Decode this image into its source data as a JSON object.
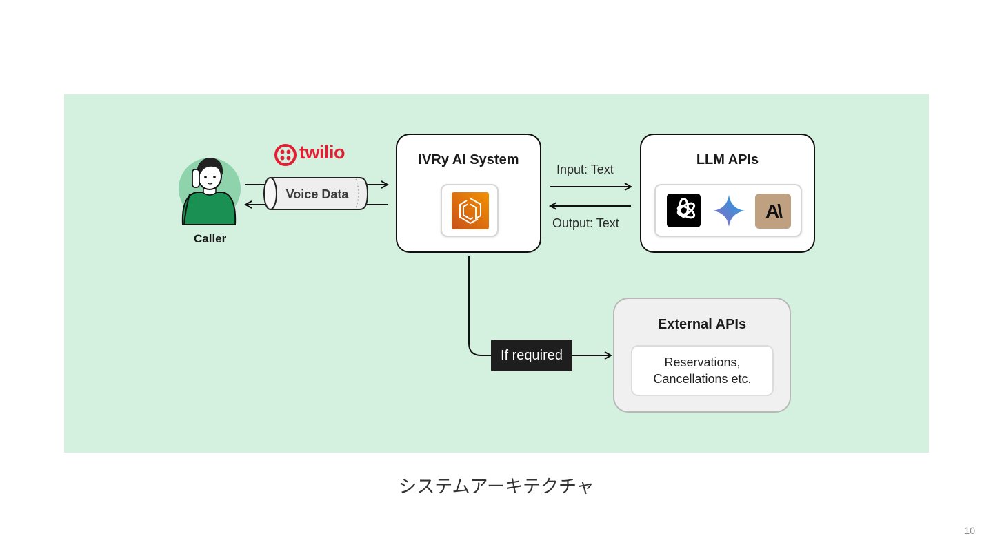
{
  "diagram": {
    "caller": {
      "label": "Caller",
      "icon": "person-on-phone-icon"
    },
    "twilio": {
      "logo_text": "twilio",
      "icon": "twilio-logo-icon",
      "color": "#e22035"
    },
    "voice_channel": {
      "label": "Voice Data"
    },
    "ivry_system": {
      "title": "IVRy AI System",
      "icon": "aws-ecs-icon"
    },
    "llm_link": {
      "input_label": "Input: Text",
      "output_label": "Output: Text"
    },
    "llm_apis": {
      "title": "LLM APIs",
      "providers": [
        {
          "name": "OpenAI",
          "icon": "openai-logo-icon"
        },
        {
          "name": "Gemini",
          "icon": "gemini-sparkle-icon"
        },
        {
          "name": "Anthropic",
          "icon": "anthropic-logo-icon",
          "glyph": "A\\"
        }
      ]
    },
    "condition": {
      "label": "If required"
    },
    "external_apis": {
      "title": "External APIs",
      "description_line1": "Reservations,",
      "description_line2": "Cancellations etc."
    },
    "colors": {
      "panel_background": "#d4f0de",
      "caller_shirt": "#1a9152",
      "aws_orange": "#e8701a",
      "anthropic_bg": "#bfa080"
    }
  },
  "caption": "システムアーキテクチャ",
  "page_number": "10"
}
